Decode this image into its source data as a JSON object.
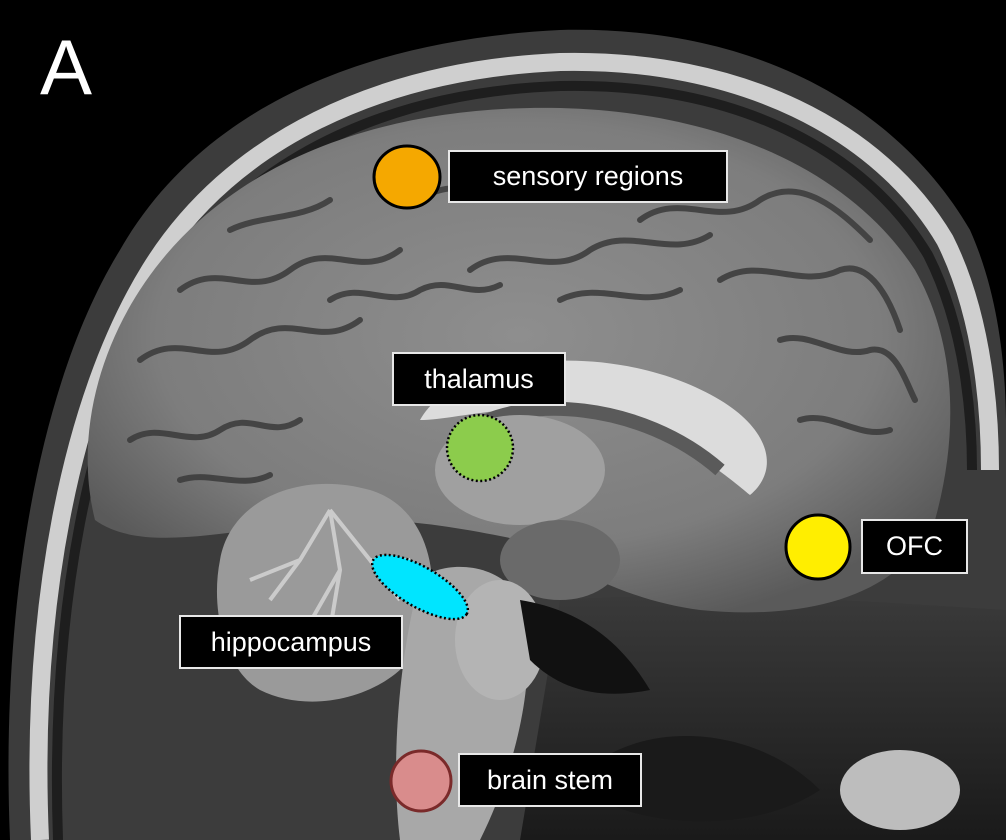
{
  "panel_letter": "A",
  "labels": {
    "sensory": "sensory regions",
    "thalamus": "thalamus",
    "hippocampus": "hippocampus",
    "ofc": "OFC",
    "brainstem": "brain stem"
  },
  "colors": {
    "sensory": "#f5a800",
    "thalamus": "#8ccc4c",
    "hippocampus": "#00e5ff",
    "ofc": "#ffee00",
    "brainstem": "#d98c8c",
    "background": "#000000",
    "brain_tissue": "#8a8a8a"
  },
  "icons": [
    "mri-sagittal-brain-scan"
  ]
}
